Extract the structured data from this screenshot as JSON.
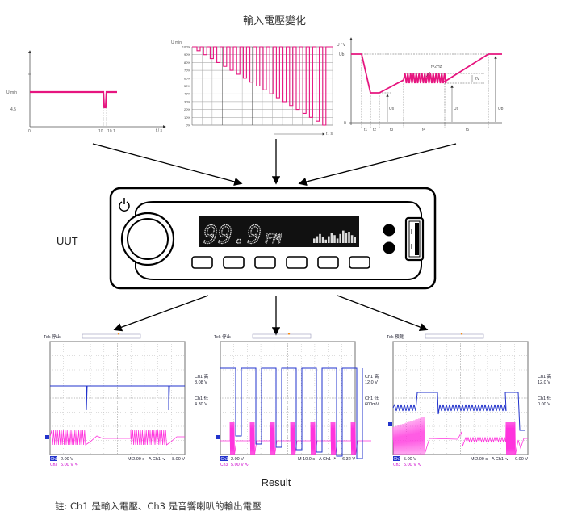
{
  "title": "輸入電壓變化",
  "colors": {
    "pink": "#e6157f",
    "magenta": "#ff33dd",
    "blue": "#2233cc",
    "display": "#111111"
  },
  "chart1": {
    "ylabel_umin": "U min",
    "y_45": "4.5",
    "x0": "0",
    "x10": "10",
    "x101": "10.1",
    "xunit": "t / s"
  },
  "chart2": {
    "ylabel": "U min",
    "yticks": [
      "100%",
      "90%",
      "80%",
      "70%",
      "60%",
      "50%",
      "40%",
      "30%",
      "20%",
      "10%",
      "0%"
    ],
    "xunit": "t / s"
  },
  "chart3": {
    "ylabel": "U / V",
    "ub": "Ub",
    "zero": "0",
    "freq": "f=2Hz",
    "amp": "2V",
    "us1": "Us",
    "us2": "Us",
    "ub2": "Ub",
    "t": [
      "t1",
      "t2",
      "t3",
      "t4",
      "t5"
    ]
  },
  "device": {
    "label": "UUT",
    "display_freq": "99.9",
    "display_band": "FM",
    "icon_power": "power-icon",
    "icon_usb": "usb-icon"
  },
  "scopes": [
    {
      "status": "Tek 停止",
      "hi": "Ch1 高",
      "hi_val": "8.08 V",
      "lo": "Ch1 低",
      "lo_val": "4.30 V",
      "ch1": "Ch1",
      "ch1_scale": "2.00 V",
      "ch3": "Ch3",
      "ch3_scale": "5.00 V ∿",
      "time": "M 2.00 s",
      "trigger": "A  Ch1  ↘",
      "trig_val": "8.00 V"
    },
    {
      "status": "Tek 停止",
      "hi": "Ch1 高",
      "hi_val": "12.0 V",
      "lo": "Ch1 低",
      "lo_val": "600mV",
      "ch1": "Ch1",
      "ch1_scale": "2.00 V",
      "ch3": "Ch3",
      "ch3_scale": "5.00 V ∿",
      "time": "M 10.0 s",
      "trigger": "A  Ch1  ↗",
      "trig_val": "6.32 V"
    },
    {
      "status": "Tek 預覽",
      "hi": "Ch1 高",
      "hi_val": "12.0 V",
      "lo": "Ch1 低",
      "lo_val": "0.00 V",
      "ch1": "Ch1",
      "ch1_scale": "5.00 V",
      "ch3": "Ch3",
      "ch3_scale": "5.00 V ∿",
      "time": "M 2.00 s",
      "trigger": "A  Ch1  ↘",
      "trig_val": "0.00 V"
    }
  ],
  "result_label": "Result",
  "note": "註: Ch1 是輸入電壓、Ch3 是音響喇叭的輸出電壓"
}
